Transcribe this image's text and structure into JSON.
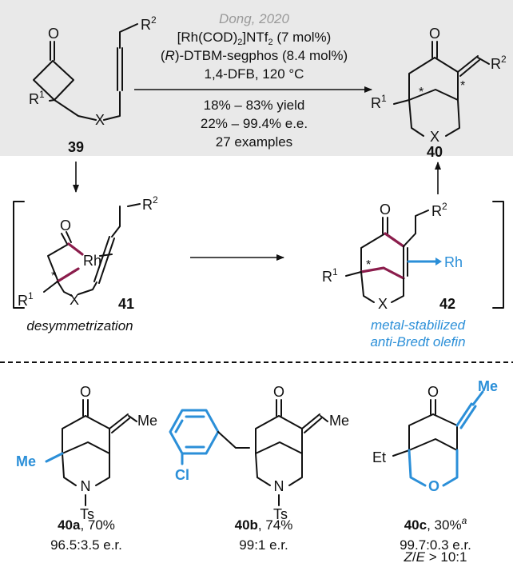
{
  "colors": {
    "accent_blue": "#2b8fd8",
    "highlight_bond": "#8b1d4c",
    "panel_bg": "#e9e9e9",
    "citation_grey": "#9a9a9a"
  },
  "reaction": {
    "citation": "Dong, 2020",
    "conditions": [
      {
        "parts": [
          "[Rh(COD)",
          "2",
          "]NTf",
          "2",
          " (7 mol%)"
        ]
      },
      {
        "parts": [
          "(",
          "R",
          ")-DTBM-segphos (8.4 mol%)"
        ]
      },
      {
        "text": "1,4-DFB, 120 °C"
      }
    ],
    "results": [
      "18% – 83% yield",
      "22% – 99.4% e.e.",
      "27 examples"
    ]
  },
  "compounds": {
    "c39": {
      "number": "39",
      "r1": "R",
      "r1_sup": "1",
      "r2": "R",
      "r2_sup": "2",
      "o": "O",
      "x": "X"
    },
    "c40": {
      "number": "40",
      "r1": "R",
      "r1_sup": "1",
      "r2": "R",
      "r2_sup": "2",
      "o": "O",
      "x": "X",
      "star": "*"
    },
    "c41": {
      "number": "41",
      "r1": "R",
      "r1_sup": "1",
      "r2": "R",
      "r2_sup": "2",
      "o": "O",
      "x": "X",
      "rh": "Rh",
      "star": "*",
      "caption": "desymmetrization"
    },
    "c42": {
      "number": "42",
      "r1": "R",
      "r1_sup": "1",
      "r2": "R",
      "r2_sup": "2",
      "o": "O",
      "x": "X",
      "rh": "Rh",
      "star": "*",
      "caption_line1": "metal-stabilized",
      "caption_line2": "anti-Bredt olefin"
    }
  },
  "examples": [
    {
      "id": "40a",
      "name": "40a",
      "rest": ", 70%",
      "line2": "96.5:3.5 e.r.",
      "o": "O",
      "me": "Me",
      "sub": "Me",
      "n": "N",
      "ts": "Ts"
    },
    {
      "id": "40b",
      "name": "40b",
      "rest": ", 74%",
      "line2": "99:1 e.r.",
      "o": "O",
      "me": "Me",
      "cl": "Cl",
      "n": "N",
      "ts": "Ts"
    },
    {
      "id": "40c",
      "name": "40c",
      "rest": ", 30%",
      "sup": "a",
      "line2": "99.7:0.3 e.r.",
      "line3_pre": "Z",
      "line3_mid": "/",
      "line3_e": "E",
      "line3_post": " > 10:1",
      "o": "O",
      "me": "Me",
      "et": "Et",
      "ring_o": "O"
    }
  ]
}
